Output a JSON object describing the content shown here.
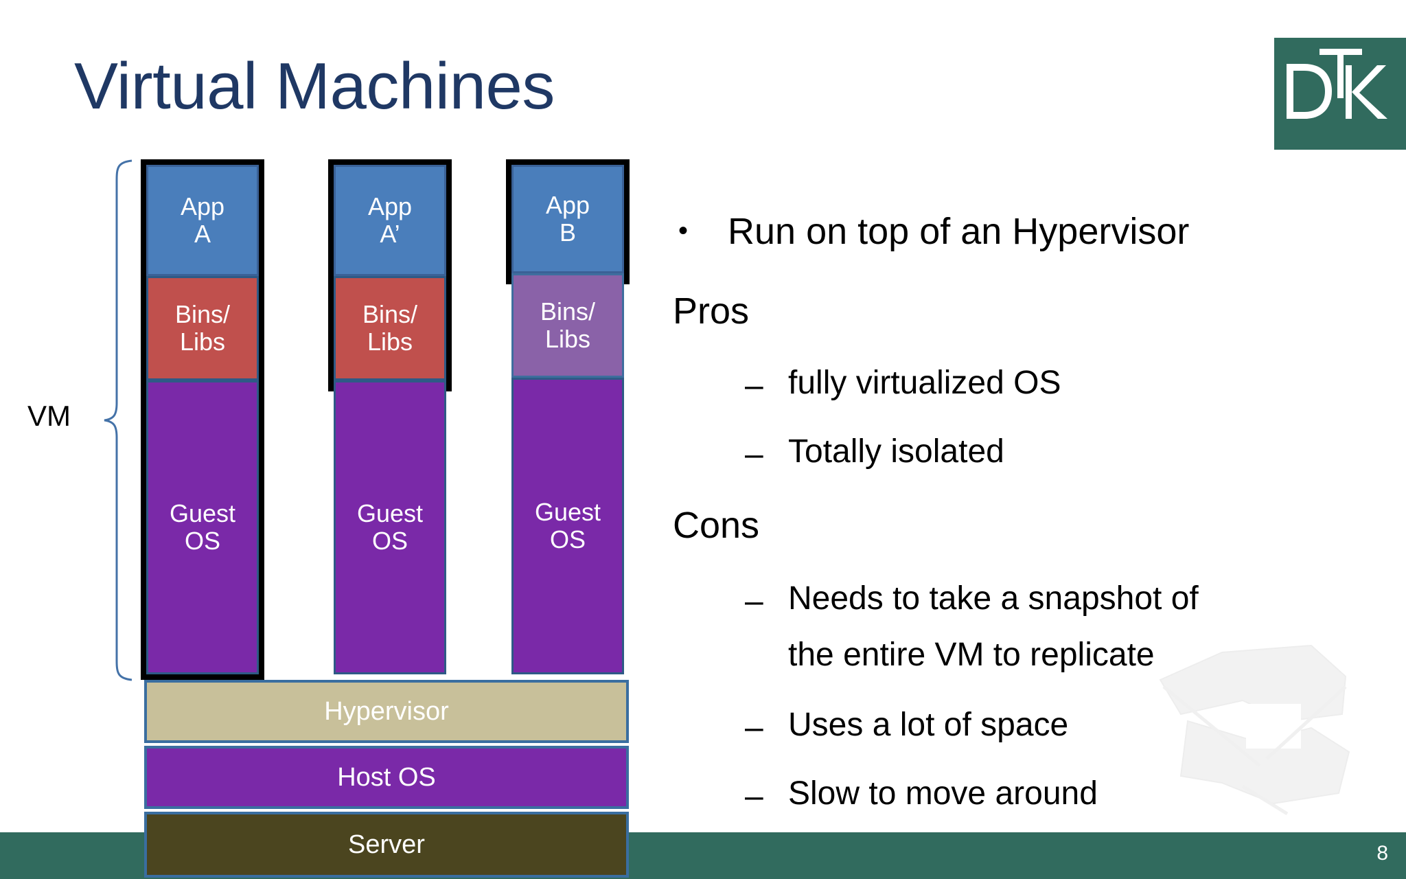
{
  "slide": {
    "title": "Virtual Machines",
    "page_number": "8",
    "footer_color": "#316B5E",
    "title_color": "#1F3864"
  },
  "logo": {
    "text": "DTK",
    "background": "#316B5E",
    "foreground": "#FFFFFF"
  },
  "diagram": {
    "vm_label": "VM",
    "columns": [
      {
        "app": "App\nA",
        "bins": "Bins/\nLibs",
        "guest": "Guest\nOS",
        "app_color": "#4A7EBB",
        "bins_color": "#C0504D",
        "guest_color": "#7A29A8",
        "outlined": "full"
      },
      {
        "app": "App\nA’",
        "bins": "Bins/\nLibs",
        "guest": "Guest\nOS",
        "app_color": "#4A7EBB",
        "bins_color": "#C0504D",
        "guest_color": "#7A29A8",
        "outlined": "partial"
      },
      {
        "app": "App\nB",
        "bins": "Bins/\nLibs",
        "guest": "Guest\nOS",
        "app_color": "#4A7EBB",
        "bins_color": "#8A62A8",
        "guest_color": "#7A29A8",
        "outlined": "app-only"
      }
    ],
    "layers": [
      {
        "label": "Hypervisor",
        "color": "#C8C09A"
      },
      {
        "label": "Host OS",
        "color": "#7A29A8"
      },
      {
        "label": "Server",
        "color": "#4B451F"
      }
    ]
  },
  "content": {
    "bullet_glyph": "•",
    "dash_glyph": "–",
    "top_bullet": "Run on top of an Hypervisor",
    "pros_heading": "Pros",
    "pros": [
      "fully virtualized OS",
      "Totally isolated"
    ],
    "cons_heading": "Cons",
    "cons": [
      "Needs to take a snapshot of",
      "the entire VM to replicate",
      "Uses a lot of space",
      "Slow to move around"
    ]
  }
}
